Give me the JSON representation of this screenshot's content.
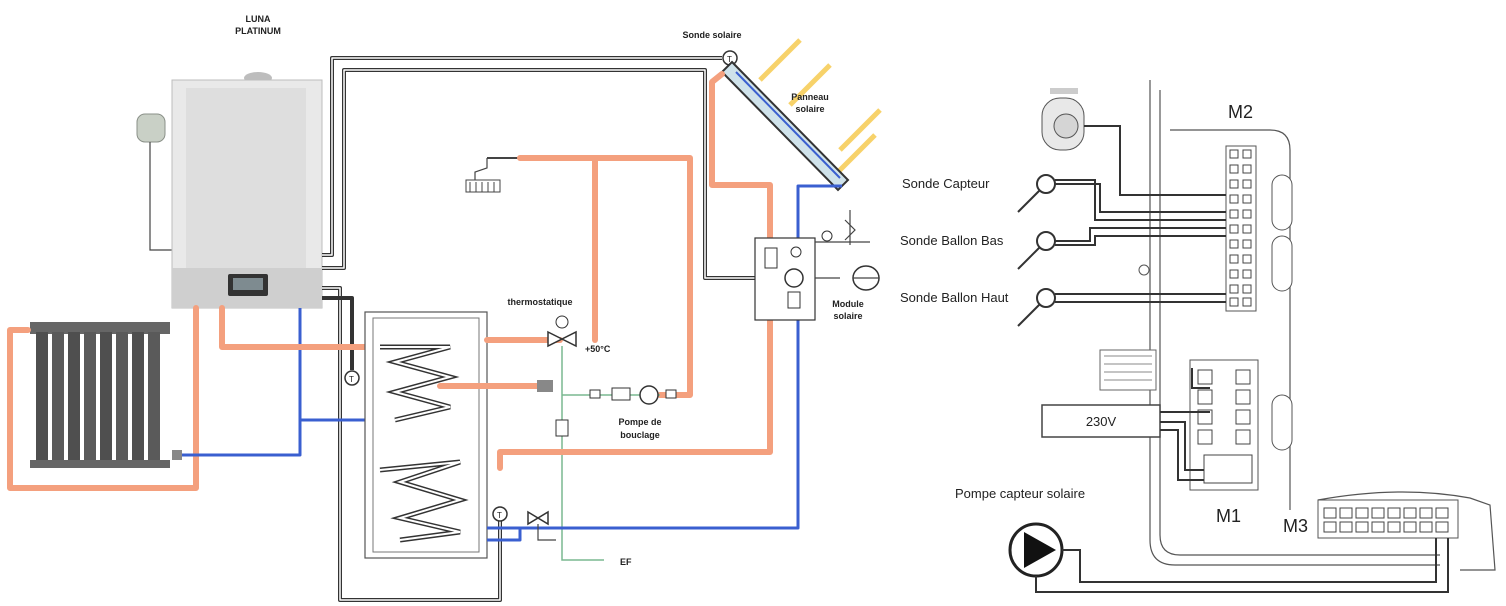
{
  "left_diagram": {
    "boiler_label_line1": "LUNA",
    "boiler_label_line2": "PLATINUM",
    "solar_probe": "Sonde solaire",
    "solar_panel_line1": "Panneau",
    "solar_panel_line2": "solaire",
    "thermostatic": "thermostatique",
    "temp_setpoint": "+50°C",
    "loop_pump_line1": "Pompe de",
    "loop_pump_line2": "bouclage",
    "solar_module_line1": "Module",
    "solar_module_line2": "solaire",
    "cold_water": "EF"
  },
  "right_diagram": {
    "probe_collector": "Sonde Capteur",
    "probe_tank_low": "Sonde Ballon Bas",
    "probe_tank_high": "Sonde Ballon Haut",
    "voltage": "230V",
    "collector_pump": "Pompe capteur solaire",
    "terminal_m1": "M1",
    "terminal_m2": "M2",
    "terminal_m3": "M3"
  },
  "colors": {
    "hot_pipe": "#f4a07e",
    "cold_pipe": "#3a5fd0",
    "sun_rays": "#f7d26a"
  }
}
